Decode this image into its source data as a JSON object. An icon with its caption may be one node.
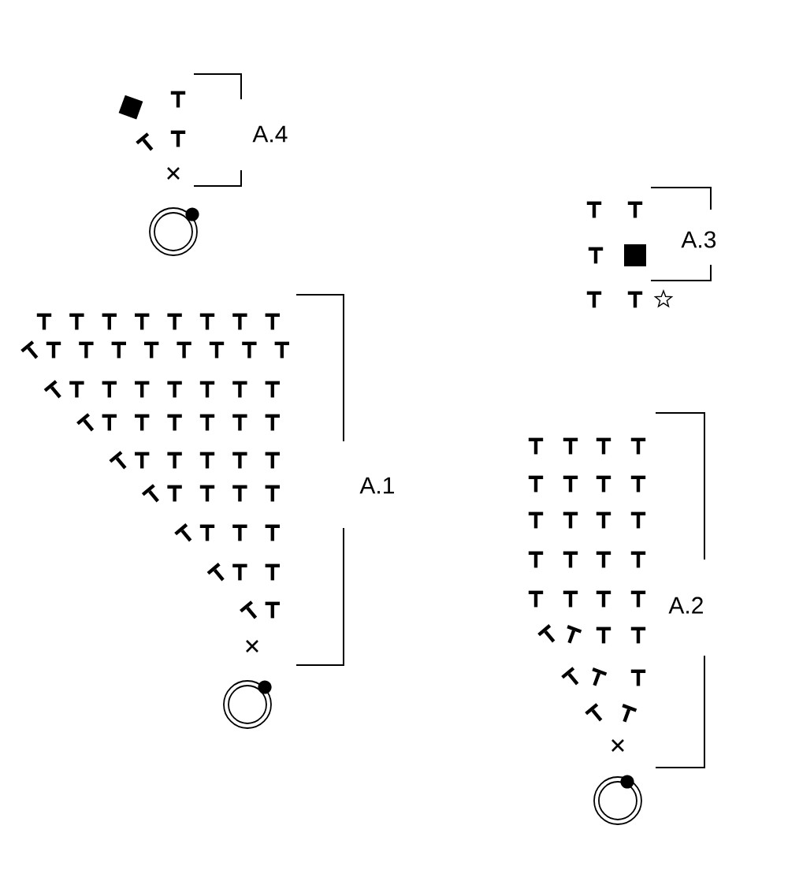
{
  "diagram": {
    "labels": [
      "A.4",
      "A.3",
      "A.1",
      "A.2"
    ]
  }
}
